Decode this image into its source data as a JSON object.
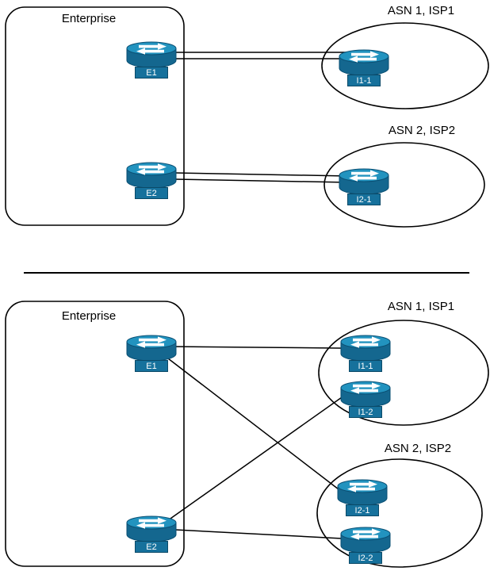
{
  "colors": {
    "router_body": "#14678F",
    "router_top": "#2293BF",
    "router_band": "#16719C",
    "line": "#000000"
  },
  "top_panel": {
    "enterprise_label": "Enterprise",
    "isp1_label": "ASN 1, ISP1",
    "isp2_label": "ASN 2, ISP2",
    "routers": {
      "e1": "E1",
      "e2": "E2",
      "i1_1": "I1-1",
      "i2_1": "I2-1"
    }
  },
  "bottom_panel": {
    "enterprise_label": "Enterprise",
    "isp1_label": "ASN 1, ISP1",
    "isp2_label": "ASN 2, ISP2",
    "routers": {
      "e1": "E1",
      "e2": "E2",
      "i1_1": "I1-1",
      "i1_2": "I1-2",
      "i2_1": "I2-1",
      "i2_2": "I2-2"
    }
  }
}
